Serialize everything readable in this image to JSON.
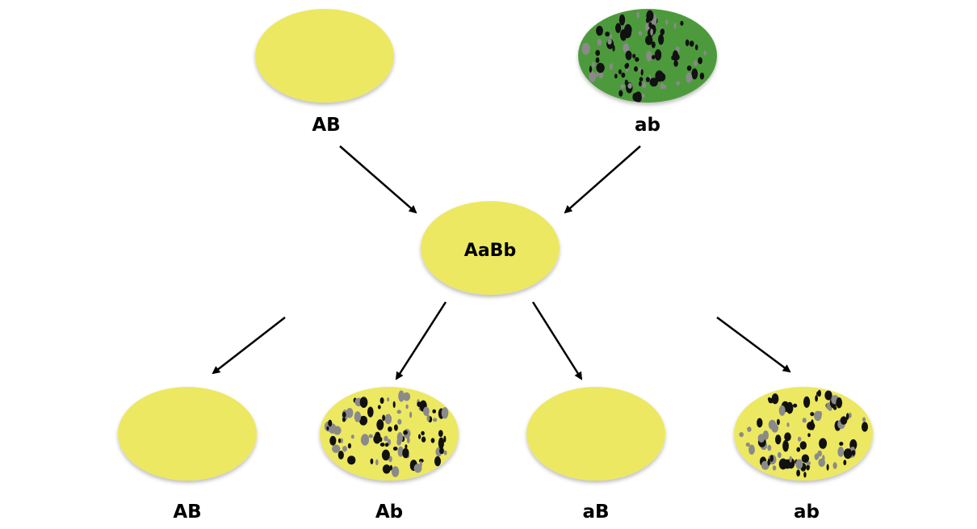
{
  "parents": [
    {
      "label": "AB",
      "color": "#ECE862",
      "spotted": false
    },
    {
      "label": "ab",
      "color": "#4E9A3E",
      "spotted": true
    }
  ],
  "hybrid": {
    "label": "AaBb",
    "color": "#ECE862",
    "spotted": false
  },
  "offspring": [
    {
      "label": "AB",
      "color": "#ECE862",
      "spotted": false
    },
    {
      "label": "Ab",
      "color": "#ECE862",
      "spotted": true
    },
    {
      "label": "aB",
      "color": "#ECE862",
      "spotted": false
    },
    {
      "label": "ab",
      "color": "#ECE862",
      "spotted": true
    }
  ],
  "spot_colors": [
    "#111111",
    "#8a8a8a"
  ],
  "arrow_color": "#000000"
}
